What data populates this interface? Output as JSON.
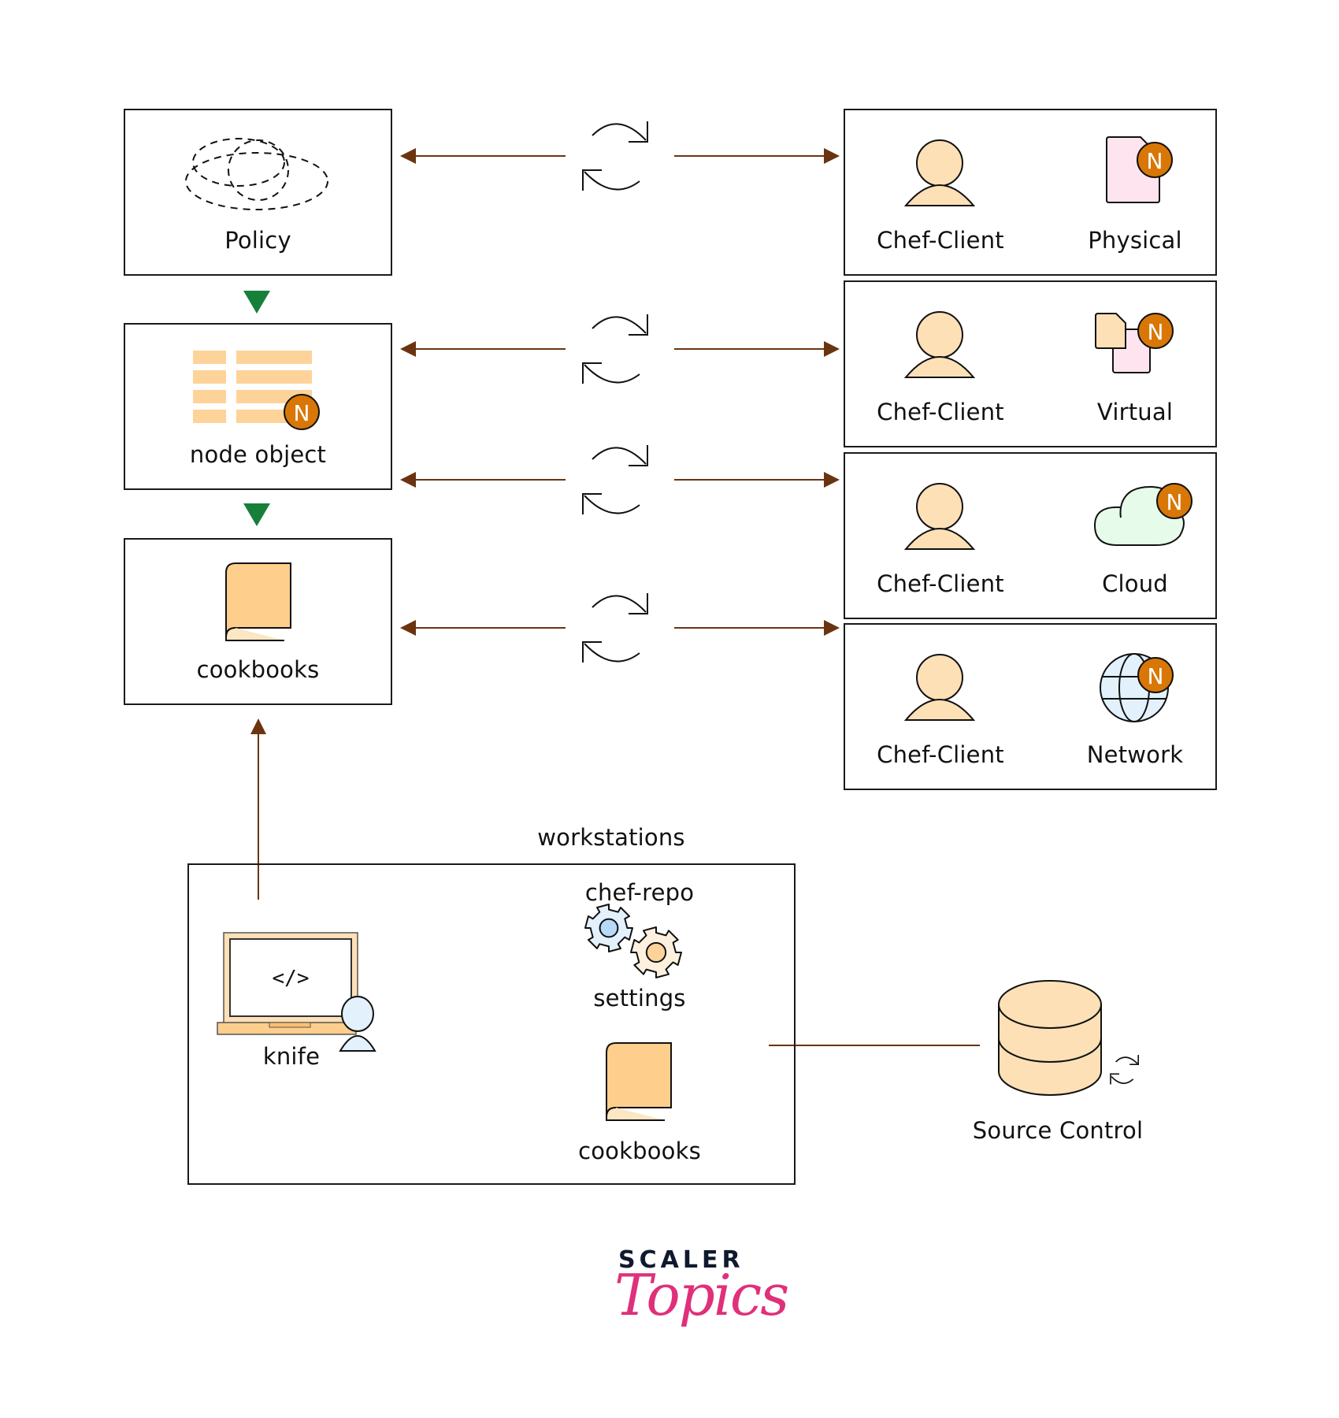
{
  "diagram": {
    "left_column": [
      {
        "id": "policy",
        "label": "Policy",
        "icon": "dashed-ellipses-icon"
      },
      {
        "id": "node-object",
        "label": "node object",
        "icon": "list-with-node-badge-icon"
      },
      {
        "id": "cookbooks",
        "label": "cookbooks",
        "icon": "book-icon"
      }
    ],
    "nodes": [
      {
        "client_label": "Chef-Client",
        "type_label": "Physical",
        "type_icon": "physical-document-icon",
        "badge": "N"
      },
      {
        "client_label": "Chef-Client",
        "type_label": "Virtual",
        "type_icon": "virtual-documents-icon",
        "badge": "N"
      },
      {
        "client_label": "Chef-Client",
        "type_label": "Cloud",
        "type_icon": "cloud-icon",
        "badge": "N"
      },
      {
        "client_label": "Chef-Client",
        "type_label": "Network",
        "type_icon": "globe-icon",
        "badge": "N"
      }
    ],
    "node_object_badge": "N",
    "workstations": {
      "title": "workstations",
      "knife_label": "knife",
      "laptop_code": "</>",
      "chef_repo_label": "chef-repo",
      "settings_label": "settings",
      "cookbooks_label": "cookbooks"
    },
    "source_control": {
      "label": "Source Control"
    },
    "colors": {
      "arrow": "#6b3410",
      "flow_triangle": "#16803a",
      "badge": "#d97706",
      "person_fill": "#fde0b6",
      "book_fill": "#fdce8c"
    }
  },
  "branding": {
    "line1": "SCALER",
    "line2": "Topics"
  }
}
